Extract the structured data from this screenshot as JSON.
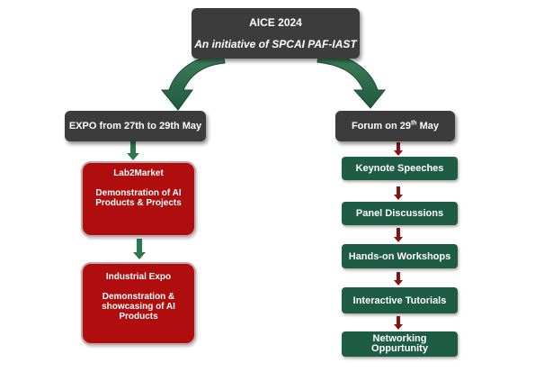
{
  "header": {
    "title": "AICE 2024",
    "subtitle": "An initiative of SPCAI PAF-IAST"
  },
  "expo": {
    "label": "EXPO from 27th to 29th May",
    "items": [
      {
        "title": "Lab2Market",
        "desc": "Demonstration of AI Products & Projects"
      },
      {
        "title": "Industrial Expo",
        "desc": "Demonstration & showcasing of AI Products"
      }
    ]
  },
  "forum": {
    "label_pre": "Forum on 29",
    "label_sup": "th",
    "label_post": " May",
    "items": [
      "Keynote Speeches",
      "Panel Discussions",
      "Hands-on Workshops",
      "Interactive Tutorials",
      "Networking Oppurtunity"
    ]
  },
  "colors": {
    "dark_box": "#3c3c3c",
    "green_box": "#1e5c45",
    "red_box": "#b00e0e",
    "curved_arrow": "#2e6b4c",
    "left_arrow": "#2a7a4f",
    "right_arrow": "#8b1010"
  }
}
